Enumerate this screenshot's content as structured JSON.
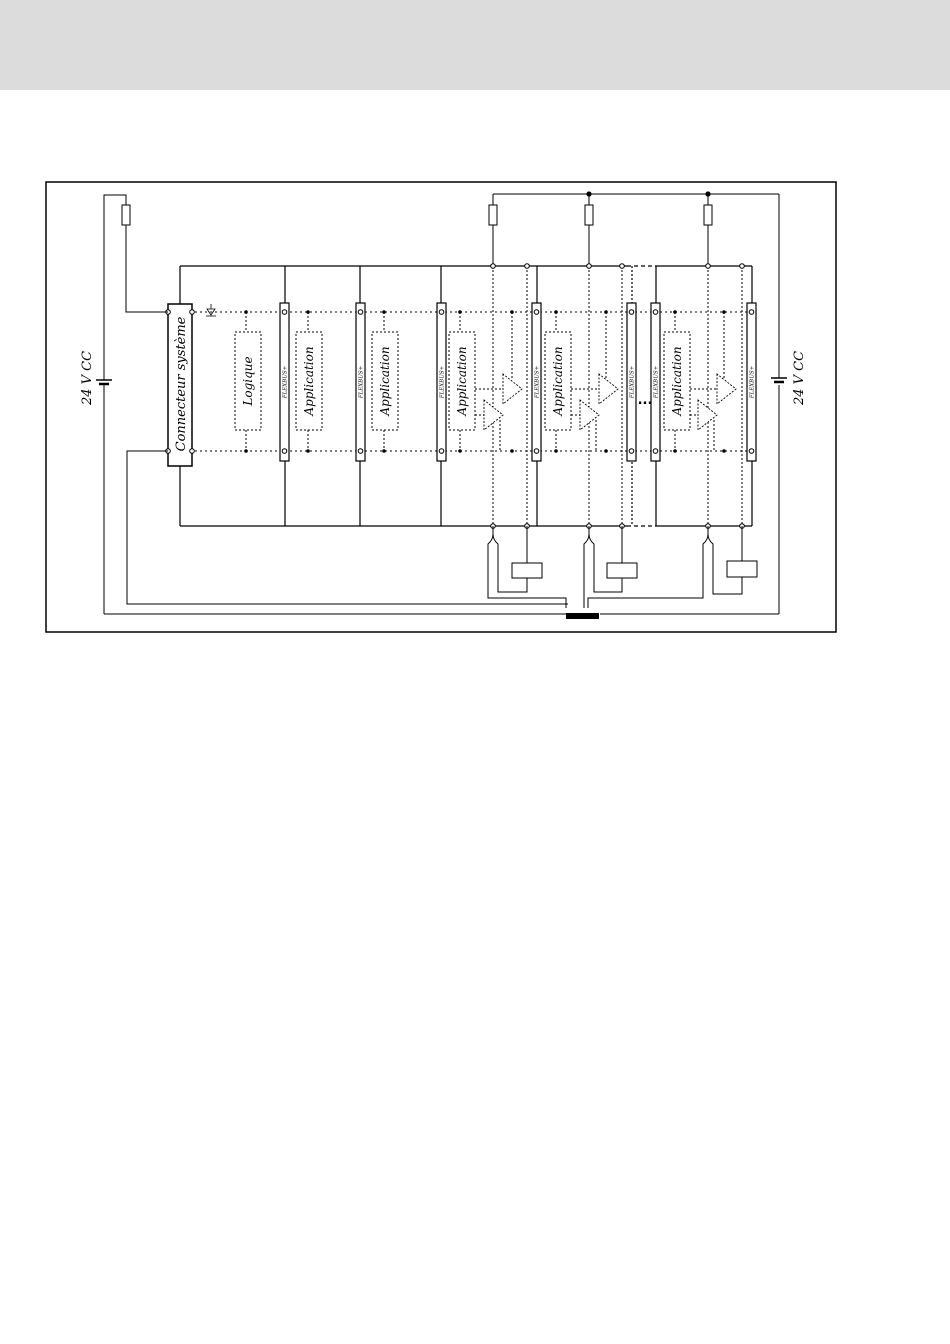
{
  "diagram": {
    "supply_left": "24 V CC",
    "supply_right": "24 V CC",
    "system_connector": "Connecteur système",
    "logic_block": "Logique",
    "application_label": "Application",
    "flexbus_label": "FLEXBUS+",
    "ellipsis": "..."
  }
}
